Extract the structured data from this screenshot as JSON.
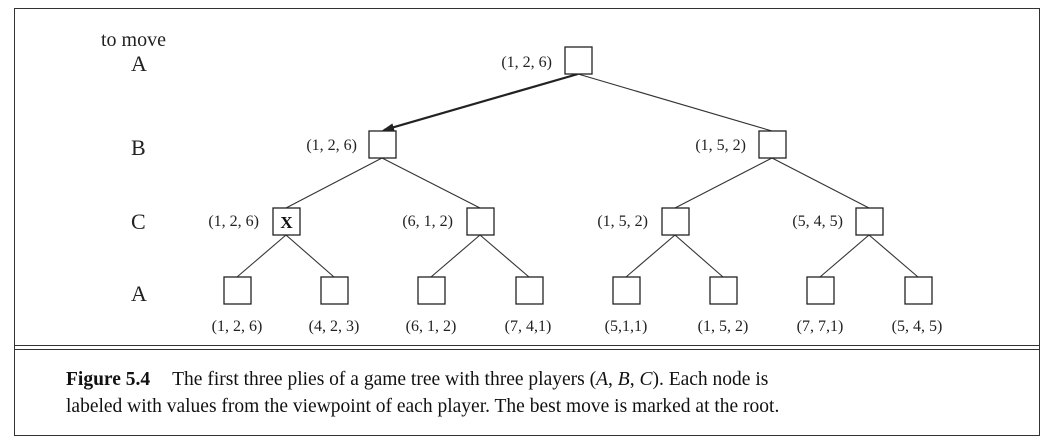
{
  "header": {
    "to_move_label": "to move"
  },
  "players": [
    "A",
    "B",
    "C",
    "A"
  ],
  "nodes": {
    "root": {
      "value": "(1, 2, 6)"
    },
    "b_left": {
      "value": "(1, 2, 6)"
    },
    "b_right": {
      "value": "(1, 5, 2)"
    },
    "c1": {
      "value": "(1, 2, 6)",
      "mark": "X"
    },
    "c2": {
      "value": "(6, 1, 2)"
    },
    "c3": {
      "value": "(1, 5, 2)"
    },
    "c4": {
      "value": "(5, 4, 5)"
    }
  },
  "leaves": [
    "(1, 2, 6)",
    "(4, 2, 3)",
    "(6, 1, 2)",
    "(7, 4,1)",
    "(5,1,1)",
    "(1, 5, 2)",
    "(7, 7,1)",
    "(5, 4, 5)"
  ],
  "caption": {
    "figure_number": "Figure 5.4",
    "line1_before": "The first three plies of a game tree with three players (",
    "player_a": "A",
    "sep1": ", ",
    "player_b": "B",
    "sep2": ", ",
    "player_c": "C",
    "line1_after": "). Each node is",
    "line2": "labeled with values from the viewpoint of each player. The best move is marked at the root."
  }
}
